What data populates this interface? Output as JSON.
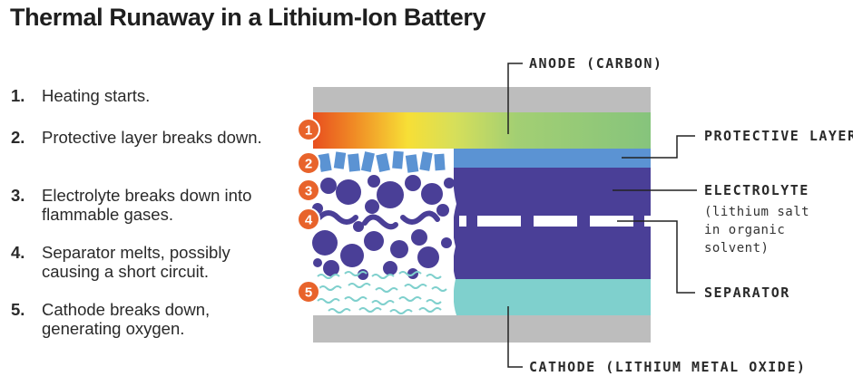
{
  "title": "Thermal Runaway in a Lithium-Ion Battery",
  "steps": [
    {
      "num": "1.",
      "text": "Heating starts."
    },
    {
      "num": "2.",
      "text": "Protective layer breaks down."
    },
    {
      "num": "3.",
      "text": "Electrolyte breaks down into flammable gases."
    },
    {
      "num": "4.",
      "text": "Separator melts, possibly causing a short circuit."
    },
    {
      "num": "5.",
      "text": "Cathode breaks down, generating oxygen."
    }
  ],
  "labels": {
    "anode": "ANODE (CARBON)",
    "protective": "PROTECTIVE LAYER",
    "electrolyte": "ELECTROLYTE",
    "electrolyte_sub": [
      "(lithium salt",
      "in organic",
      "solvent)"
    ],
    "separator": "SEPARATOR",
    "cathode": "CATHODE (LITHIUM METAL OXIDE)"
  },
  "badges": [
    "1",
    "2",
    "3",
    "4",
    "5"
  ],
  "colors": {
    "casing": "#bdbdbd",
    "anode": "#86c47c",
    "protective": "#5b93d3",
    "electrolyte": "#4a3f97",
    "separator": "#ffffff",
    "cathode": "#7fd0cd",
    "badge": "#e8632b",
    "heat_start": "#e8501f",
    "heat_mid": "#f6e43a"
  }
}
